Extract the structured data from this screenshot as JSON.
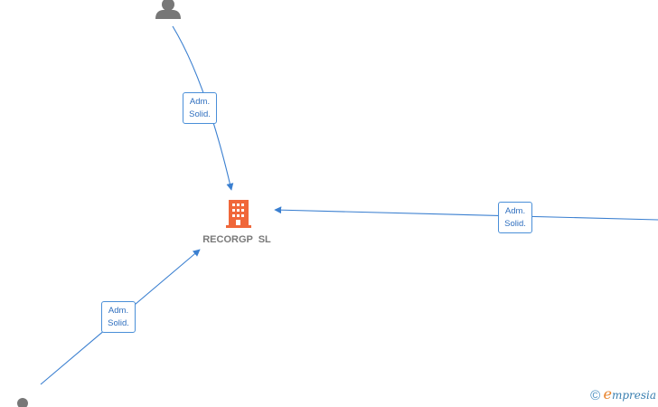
{
  "company": {
    "name": "RECORGP SL",
    "icon": "building-icon",
    "color": "#f0673a"
  },
  "edges": [
    {
      "from": "person-top",
      "to": "company",
      "label_line1": "Adm.",
      "label_line2": "Solid."
    },
    {
      "from": "person-right",
      "to": "company",
      "label_line1": "Adm.",
      "label_line2": "Solid."
    },
    {
      "from": "person-bottom-left",
      "to": "company",
      "label_line1": "Adm.",
      "label_line2": "Solid."
    }
  ],
  "people": [
    {
      "id": "person-top",
      "icon": "person-icon"
    },
    {
      "id": "person-bottom-left",
      "icon": "person-icon"
    }
  ],
  "colors": {
    "edge": "#3a7fd0",
    "person": "#777777",
    "company": "#f0673a"
  },
  "footer": {
    "copyright": "©",
    "brand_first": "e",
    "brand_rest": "mpresia"
  }
}
